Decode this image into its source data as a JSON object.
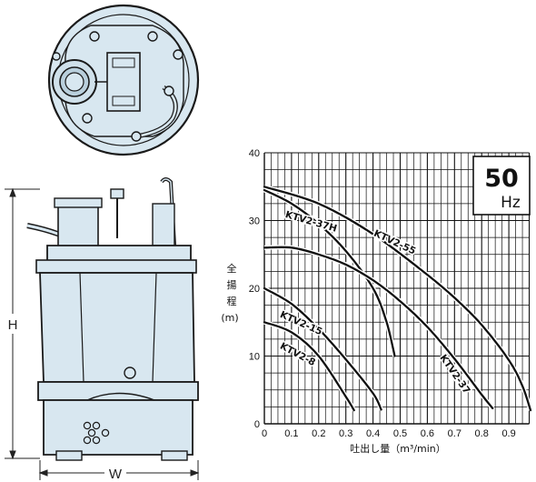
{
  "pump": {
    "dim_height_label": "H",
    "dim_width_label": "W"
  },
  "colors": {
    "pump_fill": "#d8e7f0",
    "pump_stroke": "#1a1a1a",
    "grid": "#111111",
    "curve": "#111111"
  },
  "chart_data": {
    "type": "line",
    "frequency_value": "50",
    "frequency_unit": "Hz",
    "ylabel_chars": [
      "全",
      "揚",
      "程"
    ],
    "ylabel_unit": "(m)",
    "xlabel": "吐出し量（m³/min）",
    "xlim": [
      0,
      1.0
    ],
    "ylim": [
      0,
      40
    ],
    "xticks": [
      0,
      0.1,
      0.2,
      0.3,
      0.4,
      0.5,
      0.6,
      0.7,
      0.8,
      0.9
    ],
    "xtick_labels": [
      "0",
      "0.1",
      "0.2",
      "0.3",
      "0.4",
      "0.5",
      "0.6",
      "0.7",
      "0.8",
      "0.9"
    ],
    "yticks": [
      0,
      10,
      20,
      30,
      40
    ],
    "ytick_labels": [
      "0",
      "10",
      "20",
      "30",
      "40"
    ],
    "grid": true,
    "series": [
      {
        "name": "KTV2-8",
        "x": [
          0,
          0.1,
          0.2,
          0.3,
          0.33
        ],
        "y": [
          15,
          13.5,
          10,
          4,
          2
        ]
      },
      {
        "name": "KTV2-15",
        "x": [
          0,
          0.1,
          0.2,
          0.3,
          0.4,
          0.43
        ],
        "y": [
          20,
          17.7,
          14,
          9.5,
          4.5,
          2.1
        ]
      },
      {
        "name": "KTV2-37H",
        "x": [
          0,
          0.1,
          0.2,
          0.3,
          0.4,
          0.45,
          0.48
        ],
        "y": [
          34.5,
          32.5,
          29.5,
          25.5,
          20,
          15,
          10
        ]
      },
      {
        "name": "KTV2-37",
        "x": [
          0,
          0.1,
          0.2,
          0.3,
          0.4,
          0.5,
          0.6,
          0.7,
          0.8,
          0.84
        ],
        "y": [
          26,
          26,
          25,
          23.5,
          21.2,
          18.1,
          14.3,
          9.6,
          4.3,
          2.3
        ]
      },
      {
        "name": "KTV2-55",
        "x": [
          0,
          0.2,
          0.4,
          0.6,
          0.7,
          0.8,
          0.9,
          0.95,
          0.98
        ],
        "y": [
          35,
          32.5,
          28,
          22,
          18.6,
          14.6,
          9.4,
          5.6,
          2
        ]
      }
    ],
    "curve_labels": [
      "KTV2-37H",
      "KTV2-55",
      "KTV2-15",
      "KTV2-8",
      "KTV2-37"
    ]
  }
}
